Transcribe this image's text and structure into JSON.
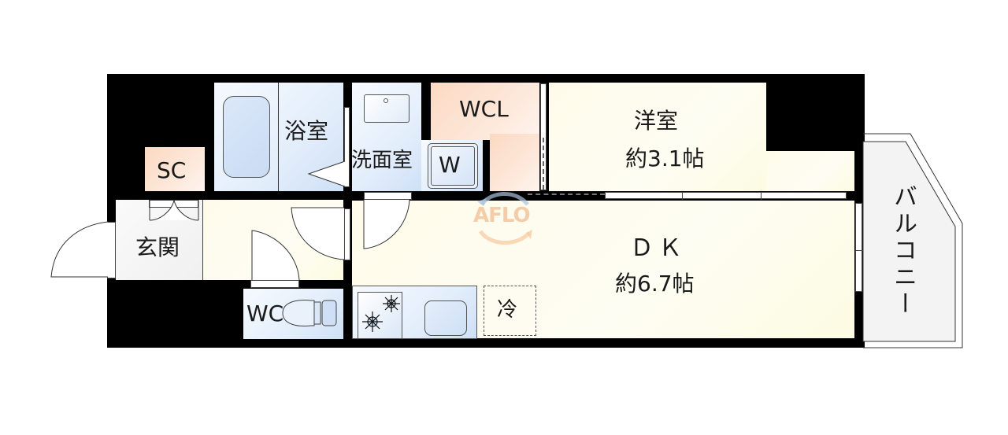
{
  "floorplan": {
    "rooms": {
      "bath": {
        "label": "浴室"
      },
      "washroom": {
        "label": "洗面室"
      },
      "washer": {
        "label": "W"
      },
      "wcl": {
        "label": "WCL"
      },
      "western_room": {
        "label": "洋室",
        "size": "約3.1帖"
      },
      "shoe_closet": {
        "label": "SC"
      },
      "entrance": {
        "label": "玄関"
      },
      "toilet": {
        "label": "WC"
      },
      "dk": {
        "label": "ＤＫ",
        "size": "約6.7帖"
      },
      "fridge": {
        "label": "冷"
      },
      "balcony": {
        "label": "バルコニー"
      }
    },
    "watermark": {
      "text": "AFLO",
      "color_a": "#f6c9a0",
      "color_l": "#a9c3dc"
    },
    "colors": {
      "wall": "#000000",
      "living_floor": "#fffbea",
      "wet_area": "#e3eefb",
      "closet": "#fde8da",
      "balcony": "#f2f2f2"
    }
  }
}
